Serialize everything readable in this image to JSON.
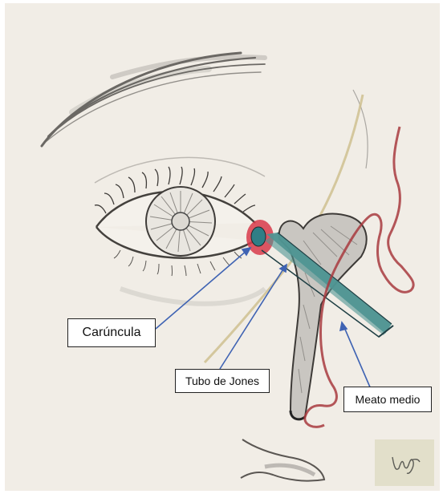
{
  "diagram": {
    "labels": {
      "caruncula": "Carúncula",
      "tubo_de_jones": "Tubo de Jones",
      "meato_medio": "Meato medio"
    },
    "colors": {
      "paper": "#f1ede6",
      "pencil": "#55524e",
      "tube": "#4f9493",
      "vessel": "#a83a3e",
      "caruncle": "#d83a4a",
      "nerve": "#cfc08f",
      "arrow": "#3f63b3",
      "signature_bg": "#e2dfca"
    }
  }
}
